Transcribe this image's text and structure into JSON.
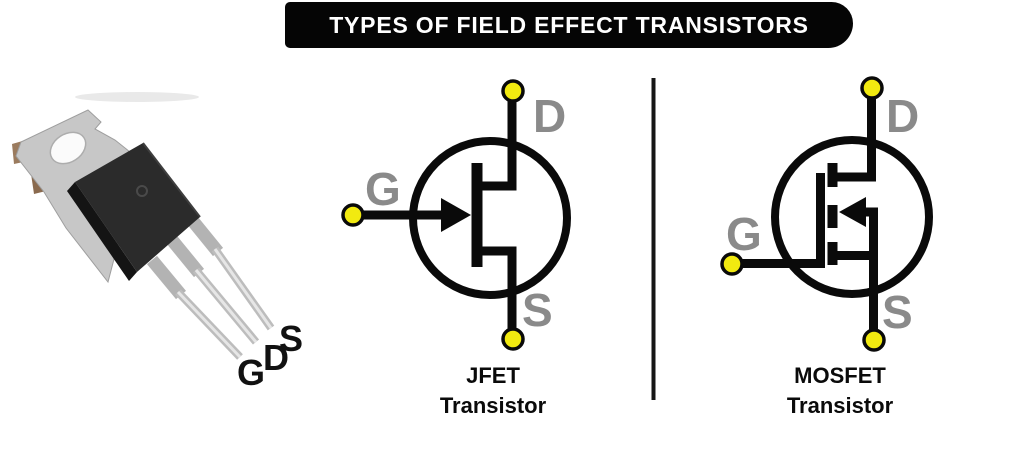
{
  "title": {
    "text": "TYPES OF FIELD EFFECT TRANSISTORS"
  },
  "photo": {
    "description": "TO-220 packaged field effect transistor with three leads",
    "pins": {
      "g": "G",
      "d": "D",
      "s": "S"
    }
  },
  "jfet": {
    "caption": {
      "line1": "JFET",
      "line2": "Transistor"
    },
    "pins": {
      "d": "D",
      "g": "G",
      "s": "S"
    }
  },
  "mosfet": {
    "caption": {
      "line1": "MOSFET",
      "line2": "Transistor"
    },
    "pins": {
      "d": "D",
      "g": "G",
      "s": "S"
    }
  },
  "colors": {
    "banner_bg": "#050505",
    "banner_text": "#ffffff",
    "terminal_dot": "#f2ea10",
    "pin_label_gray": "#8a8a8a",
    "symbol_black": "#0a0a0a"
  }
}
